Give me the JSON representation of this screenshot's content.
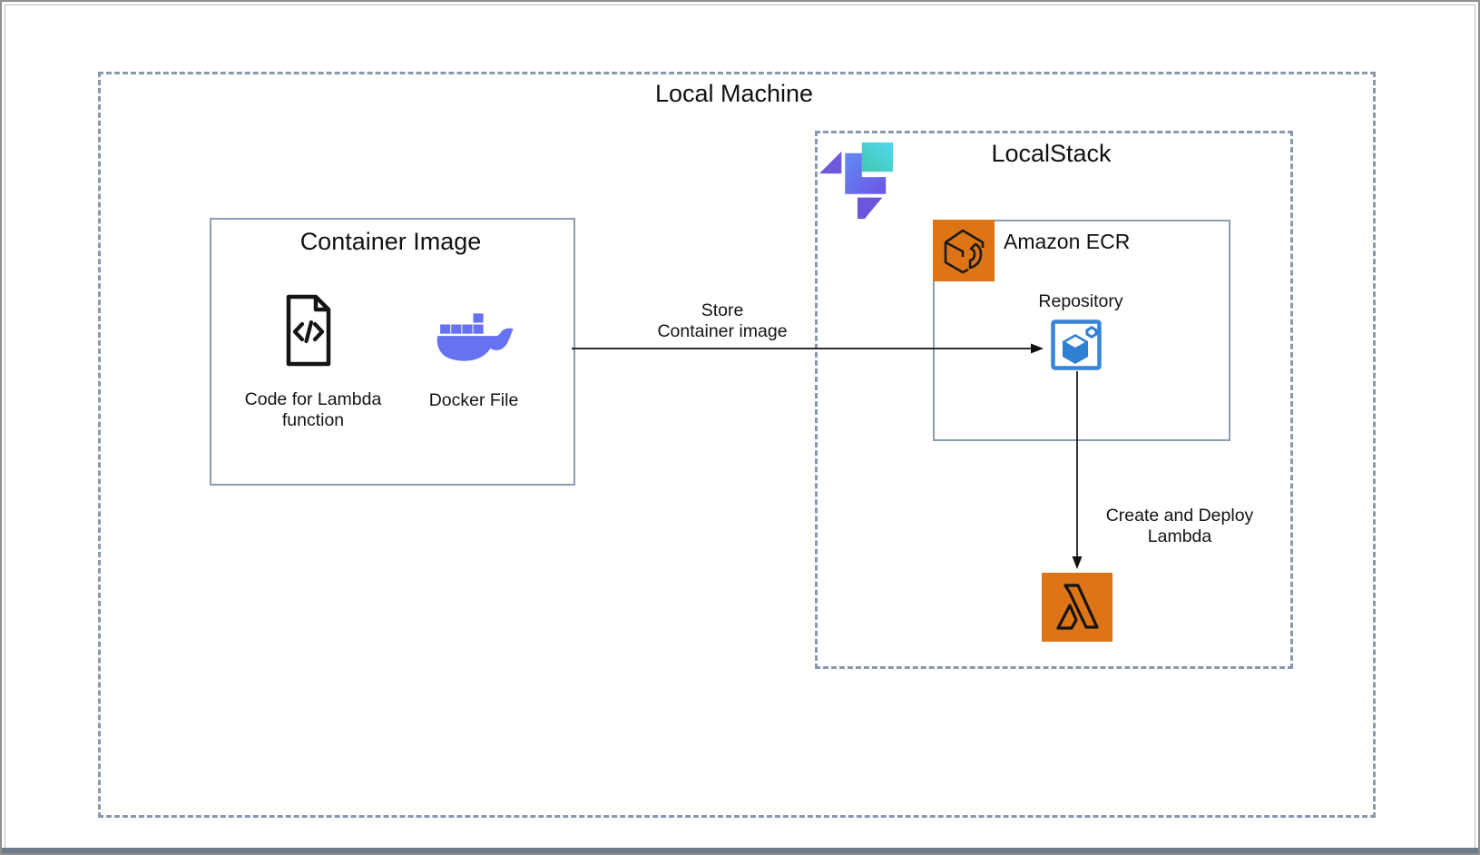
{
  "local_machine": {
    "title": "Local Machine"
  },
  "localstack": {
    "title": "LocalStack"
  },
  "container_image": {
    "title": "Container Image",
    "code_label_line1": "Code for Lambda",
    "code_label_line2": "function",
    "docker_label": "Docker File"
  },
  "ecr": {
    "title": "Amazon ECR",
    "repository_label": "Repository"
  },
  "arrows": {
    "store": {
      "line1": "Store",
      "line2": "Container image"
    },
    "deploy": {
      "line1": "Create and Deploy",
      "line2": "Lambda"
    }
  },
  "icons": {
    "localstack_logo": "localstack-logo",
    "code_file": "code-file-icon",
    "docker": "docker-whale-icon",
    "ecr_service": "amazon-ecr-icon",
    "ecr_repository": "ecr-repository-icon",
    "lambda": "lambda-icon"
  },
  "colors": {
    "dashed_border": "#8A98AC",
    "solid_border": "#8C9DB2",
    "aws_orange": "#DD7517",
    "repository_blue": "#3884D7",
    "docker_indigo": "#6672F1",
    "localstack_purple": "#6E59D9",
    "localstack_teal_start": "#3FC9AD",
    "localstack_teal_end": "#55D6F2",
    "bottom_bar": "#6E7A8A"
  }
}
